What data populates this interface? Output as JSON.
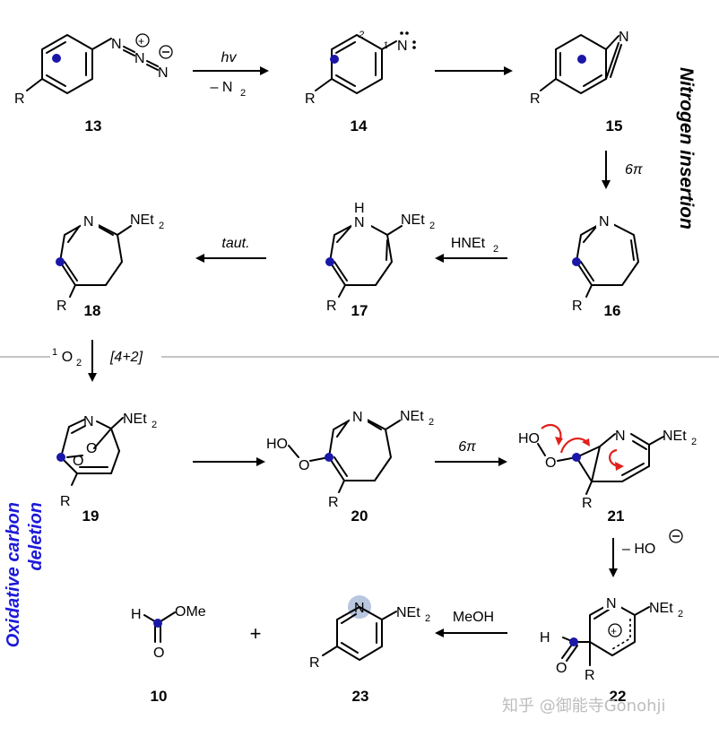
{
  "sections": {
    "nitrogen_insertion": "Nitrogen insertion",
    "oxidative_carbon_deletion_line1": "Oxidative carbon",
    "oxidative_carbon_deletion_line2": "deletion"
  },
  "compounds": {
    "c13": "13",
    "c14": "14",
    "c15": "15",
    "c16": "16",
    "c17": "17",
    "c18": "18",
    "c19": "19",
    "c20": "20",
    "c21": "21",
    "c22": "22",
    "c23": "23",
    "c10": "10"
  },
  "conditions": {
    "hv": "hv",
    "minus_n2": "– N",
    "six_pi_a": "6π",
    "hnet2": "HNEt",
    "taut": "taut.",
    "singlet_o2": "O",
    "cycloadd": "[4+2]",
    "six_pi_b": "6π",
    "minus_ho": "– HO",
    "meoh": "MeOH",
    "plus": "+"
  },
  "atoms": {
    "R": "R",
    "N": "N",
    "H": "H",
    "O": "O",
    "NEt": "NEt",
    "sub2": "2",
    "HO": "HO",
    "OMe": "OMe",
    "pos1": "1",
    "pos2": "2",
    "sup1": "1"
  },
  "watermark": "知乎 @御能寺Gonohji",
  "colors": {
    "dot": "#1a17a8",
    "curly_arrow": "#e0201b",
    "section_blue": "#1d1ad8",
    "highlight": "#b8c6de"
  }
}
